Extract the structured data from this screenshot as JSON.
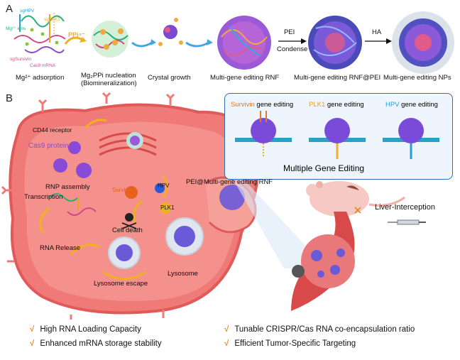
{
  "panel_a": {
    "letter": "A",
    "labels": {
      "sgHPV": "sgHPV",
      "sgPLK1": "sgPLK1",
      "mg_ions": "Mg²⁺ ions",
      "sgSurvivin": "sgSurvivin",
      "cas9_mrna": "Cas9 mRNA",
      "ppi": "PPi⁴⁻",
      "pei": "PEI",
      "condense": "Condense",
      "ha": "HA"
    },
    "steps": [
      "Mg²⁺ adsorption",
      "Mg₂PPi nucleation",
      "(Biomineralization)",
      "Crystal growth",
      "Multi-gene editing RNF",
      "Multi-gene editing RNF@PEI",
      "Multi-gene editing NPs"
    ]
  },
  "panel_b": {
    "letter": "B",
    "labels": {
      "cd44": "CD44 receptor",
      "cas9": "Cas9 protein",
      "rnp": "RNP   assembly",
      "transcription": "Transcription",
      "survivin": "Survivin",
      "hpv": "HPV",
      "plk1": "PLK1",
      "cell_death": "Cell death",
      "rna_release": "RNA Release",
      "lysosome": "Lysosome",
      "lysosome_escape": "Lysosome escape",
      "pei_rnf": "PEI@Multi-gene editing RNF",
      "liver": "Liver-Interception"
    },
    "inset": {
      "items": [
        {
          "gene": "Survivin",
          "suffix": " gene editing",
          "color": "#e07a2a"
        },
        {
          "gene": "PLK1",
          "suffix": " gene editing",
          "color": "#e8a51e"
        },
        {
          "gene": "HPV",
          "suffix": " gene editing",
          "color": "#22a0d8"
        }
      ],
      "caption": "Multiple Gene Editing"
    }
  },
  "features": [
    "High RNA Loading Capacity",
    "Enhanced mRNA storage stability",
    "Tunable CRISPR/Cas RNA co-encapsulation ratio",
    "Efficient Tumor-Specific Targeting"
  ],
  "check_mark": "√",
  "colors": {
    "cell": "#e65c5c",
    "cell_light": "#f7b2a6",
    "inset_border": "#2a6fb8",
    "arrow": "#f0b020",
    "arrow_blue": "#40a8e0"
  }
}
